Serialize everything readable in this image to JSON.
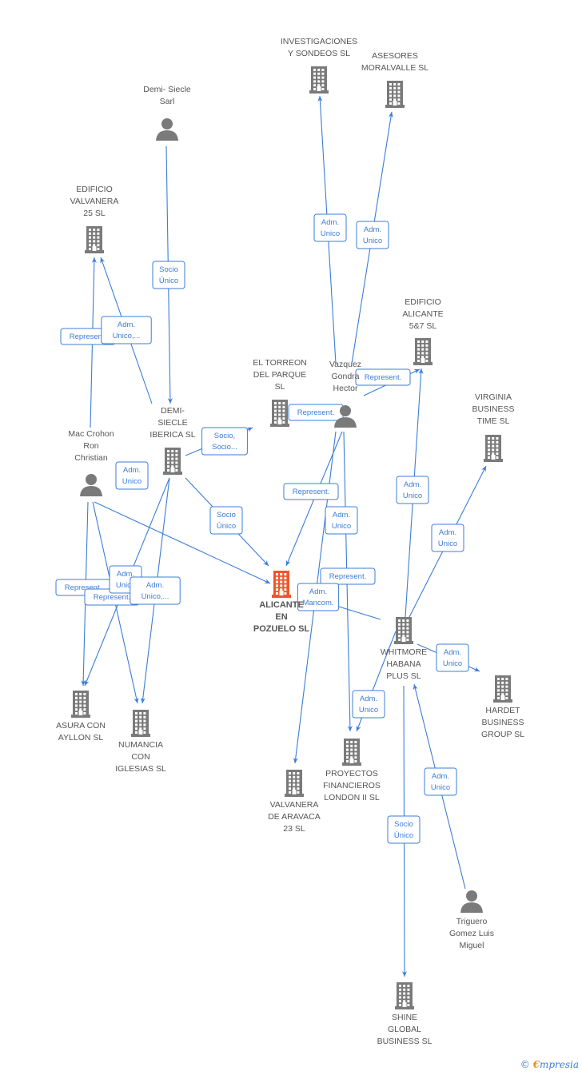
{
  "colors": {
    "edge": "#3b7dd8",
    "node": "#7a7a7a",
    "focus": "#f0562b"
  },
  "nodes": [
    {
      "id": "inv",
      "type": "company",
      "label": [
        "INVESTIGACIONES",
        "Y SONDEOS SL"
      ]
    },
    {
      "id": "ase",
      "type": "company",
      "label": [
        "ASESORES",
        "MORALVALLE SL"
      ]
    },
    {
      "id": "dss",
      "type": "person",
      "label": [
        "Demi- Siecle",
        "Sarl"
      ]
    },
    {
      "id": "ev25",
      "type": "company",
      "label": [
        "EDIFICIO",
        "VALVANERA",
        "25  SL"
      ]
    },
    {
      "id": "ea587",
      "type": "company",
      "label": [
        "EDIFICIO",
        "ALICANTE",
        "5&7  SL"
      ]
    },
    {
      "id": "torreon",
      "type": "company",
      "label": [
        "EL TORREON",
        "DEL PARQUE",
        "SL"
      ]
    },
    {
      "id": "vgh",
      "type": "person",
      "label": [
        "Vazquez",
        "Gondra",
        "Hector"
      ]
    },
    {
      "id": "vbt",
      "type": "company",
      "label": [
        "VIRGINIA",
        "BUSINESS",
        "TIME  SL"
      ]
    },
    {
      "id": "dsi",
      "type": "company",
      "label": [
        "DEMI-",
        "SIECLE",
        "IBERICA  SL"
      ]
    },
    {
      "id": "mcrc",
      "type": "person",
      "label": [
        "Mac Crohon",
        "Ron",
        "Christian"
      ]
    },
    {
      "id": "alicante",
      "type": "focus",
      "label": [
        "ALICANTE",
        "EN",
        "POZUELO  SL"
      ]
    },
    {
      "id": "whb",
      "type": "company",
      "label": [
        "WHITMORE",
        "HABANA",
        "PLUS  SL"
      ]
    },
    {
      "id": "hbg",
      "type": "company",
      "label": [
        "HARDET",
        "BUSINESS",
        "GROUP  SL"
      ]
    },
    {
      "id": "asura",
      "type": "company",
      "label": [
        "ASURA CON",
        "AYLLON  SL"
      ]
    },
    {
      "id": "numancia",
      "type": "company",
      "label": [
        "NUMANCIA",
        "CON",
        "IGLESIAS  SL"
      ]
    },
    {
      "id": "pfl",
      "type": "company",
      "label": [
        "PROYECTOS",
        "FINANCIEROS",
        "LONDON II  SL"
      ]
    },
    {
      "id": "va23",
      "type": "company",
      "label": [
        "VALVANERA",
        "DE ARAVACA",
        "23  SL"
      ]
    },
    {
      "id": "tglm",
      "type": "person",
      "label": [
        "Triguero",
        "Gomez Luis",
        "Miguel"
      ]
    },
    {
      "id": "sgb",
      "type": "company",
      "label": [
        "SHINE",
        "GLOBAL",
        "BUSINESS  SL"
      ]
    }
  ],
  "edges": [
    {
      "from": "vgh",
      "to": "inv",
      "label": [
        "Adm.",
        "Unico"
      ]
    },
    {
      "from": "vgh",
      "to": "ase",
      "label": [
        "Adm.",
        "Unico"
      ]
    },
    {
      "from": "dss",
      "to": "dsi",
      "label": [
        "Socio",
        "Único"
      ]
    },
    {
      "from": "mcrc",
      "to": "ev25",
      "label": [
        "Represent."
      ]
    },
    {
      "from": "dsi",
      "to": "ev25",
      "label": [
        "Adm.",
        "Unico,..."
      ]
    },
    {
      "from": "vgh",
      "to": "ea587",
      "label": [
        "Represent."
      ]
    },
    {
      "from": "vgh",
      "to": "torreon",
      "label": [
        "Represent."
      ]
    },
    {
      "from": "dsi",
      "to": "torreon",
      "label": [
        "Socio,",
        "Socio..."
      ]
    },
    {
      "from": "dsi",
      "to": "alicante",
      "label": [
        "Socio",
        "Único"
      ]
    },
    {
      "from": "vgh",
      "to": "alicante",
      "label": [
        "Represent."
      ]
    },
    {
      "from": "vgh",
      "to": "pfl",
      "label": [
        "Adm.",
        "Unico"
      ]
    },
    {
      "from": "vgh",
      "to": "va23",
      "label": [
        "Represent."
      ]
    },
    {
      "from": "whb",
      "to": "ea587",
      "label": [
        "Adm.",
        "Unico"
      ]
    },
    {
      "from": "whb",
      "to": "vbt",
      "label": [
        "Adm.",
        "Unico"
      ]
    },
    {
      "from": "whb",
      "to": "alicante",
      "label": [
        "Adm.",
        "Mancom."
      ]
    },
    {
      "from": "whb",
      "to": "pfl",
      "label": [
        "Adm.",
        "Unico"
      ]
    },
    {
      "from": "whb",
      "to": "hbg",
      "label": [
        "Adm.",
        "Unico"
      ]
    },
    {
      "from": "whb",
      "to": "sgb",
      "label": [
        "Socio",
        "Único"
      ]
    },
    {
      "from": "tglm",
      "to": "whb",
      "label": [
        "Adm.",
        "Unico"
      ]
    },
    {
      "from": "mcrc",
      "to": "asura",
      "label": [
        "Represent."
      ]
    },
    {
      "from": "mcrc",
      "to": "numancia",
      "label": [
        "Represent."
      ]
    },
    {
      "from": "dsi",
      "to": "asura",
      "label": [
        "Adm.",
        "Unico"
      ]
    },
    {
      "from": "dsi",
      "to": "numancia",
      "label": [
        "Adm.",
        "Unico,..."
      ]
    },
    {
      "from": "mcrc",
      "to": "alicante",
      "label": [
        "Adm.",
        "Unico"
      ]
    }
  ],
  "footer": {
    "copyright": "©",
    "brand_first": "€",
    "brand_rest": "mpresia"
  }
}
